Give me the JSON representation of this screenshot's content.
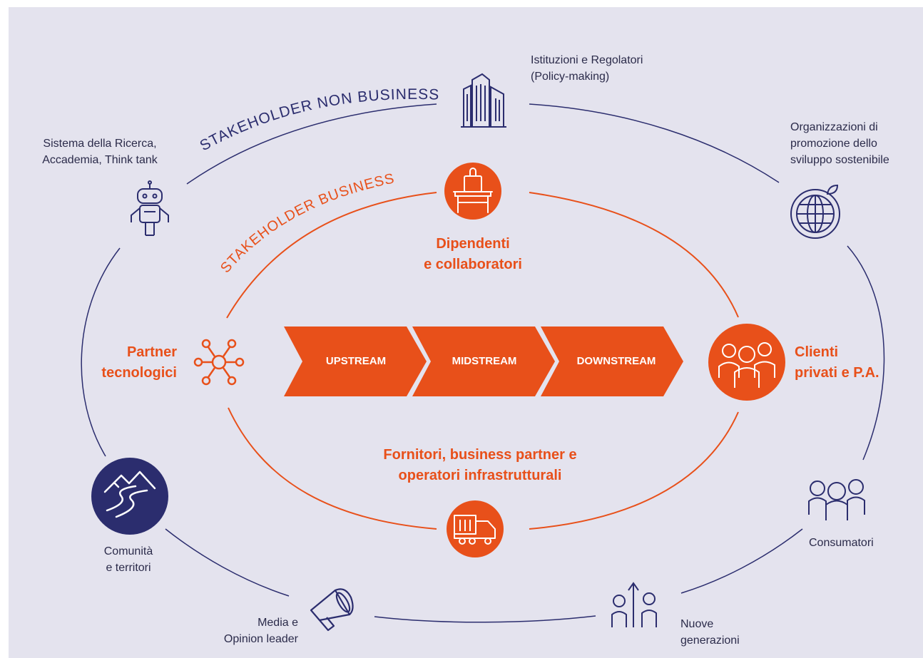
{
  "non_business_stakeholders": {
    "ring_label": "STAKEHOLDER NON BUSINESS",
    "istituzioni": {
      "line1": "Istituzioni e Regolatori",
      "line2": "(Policy-making)"
    },
    "organizzazioni": {
      "line1": "Organizzazioni di",
      "line2": "promozione dello",
      "line3": "sviluppo sostenibile"
    },
    "ricerca": {
      "line1": "Sistema della Ricerca,",
      "line2": "Accademia, Think tank"
    },
    "comunita": {
      "line1": "Comunità",
      "line2": "e territori"
    },
    "media": {
      "line1": "Media e",
      "line2": "Opinion leader"
    },
    "nuove_generazioni": {
      "line1": "Nuove",
      "line2": "generazioni"
    },
    "consumatori": {
      "line1": "Consumatori"
    }
  },
  "business_stakeholders": {
    "ring_label": "STAKEHOLDER BUSINESS",
    "dipendenti": {
      "line1": "Dipendenti",
      "line2": "e collaboratori"
    },
    "partner": {
      "line1": "Partner",
      "line2": "tecnologici"
    },
    "clienti": {
      "line1": "Clienti",
      "line2": "privati e P.A."
    },
    "fornitori": {
      "line1": "Fornitori, business partner e",
      "line2": "operatori infrastrutturali"
    }
  },
  "value_chain": {
    "upstream": "UPSTREAM",
    "midstream": "MIDSTREAM",
    "downstream": "DOWNSTREAM"
  },
  "colors": {
    "navy": "#2b2d6e",
    "orange": "#e8501a",
    "background": "#e4e3ee"
  },
  "icons": [
    "buildings-icon",
    "globe-leaf-icon",
    "robot-icon",
    "mountains-icon",
    "megaphone-icon",
    "youth-growth-icon",
    "consumers-icon",
    "desk-laptop-icon",
    "network-hub-icon",
    "clients-group-icon",
    "truck-icon"
  ]
}
